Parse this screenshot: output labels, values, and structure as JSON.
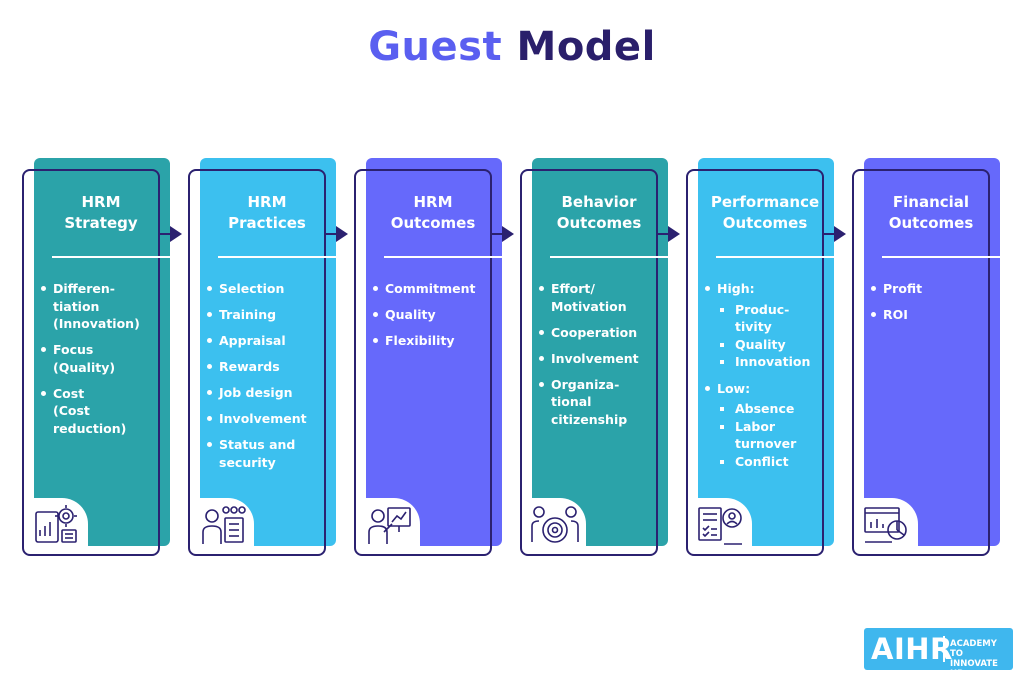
{
  "title": {
    "word1": "Guest",
    "word2": "Model"
  },
  "colors": {
    "teal": "#2ba3a9",
    "sky": "#3cc0ef",
    "violet": "#6669fb",
    "navy": "#2b2170",
    "title_light": "#5a5ff0",
    "title_dark": "#2a1f6b"
  },
  "columns": [
    {
      "header": [
        "HRM",
        "Strategy"
      ],
      "icon": "strategy-gear-chart-icon",
      "items": [
        "Differen-\ntiation\n(Innovation)",
        "Focus\n(Quality)",
        "Cost\n(Cost\nreduction)"
      ]
    },
    {
      "header": [
        "HRM",
        "Practices"
      ],
      "icon": "team-people-icon",
      "items": [
        "Selection",
        "Training",
        "Appraisal",
        "Rewards",
        "Job design",
        "Involvement",
        "Status and\nsecurity"
      ]
    },
    {
      "header": [
        "HRM",
        "Outcomes"
      ],
      "icon": "presenter-board-icon",
      "items": [
        "Commitment",
        "Quality",
        "Flexibility"
      ]
    },
    {
      "header": [
        "Behavior",
        "Outcomes"
      ],
      "icon": "target-people-icon",
      "items": [
        "Effort/\nMotivation",
        "Cooperation",
        "Involvement",
        "Organiza-\ntional\ncitizenship"
      ]
    },
    {
      "header": [
        "Performance",
        "Outcomes"
      ],
      "icon": "performance-review-icon",
      "groups": [
        {
          "label": "High:",
          "subitems": [
            "Produc-\ntivity",
            "Quality",
            "Innovation"
          ]
        },
        {
          "label": "Low:",
          "subitems": [
            "Absence",
            "Labor\nturnover",
            "Conflict"
          ]
        }
      ]
    },
    {
      "header": [
        "Financial",
        "Outcomes"
      ],
      "icon": "financial-analytics-icon",
      "items": [
        "Profit",
        "ROI"
      ]
    }
  ],
  "logo": {
    "mark": "AIHR",
    "tagline": [
      "ACADEMY TO",
      "INNOVATE HR"
    ]
  }
}
